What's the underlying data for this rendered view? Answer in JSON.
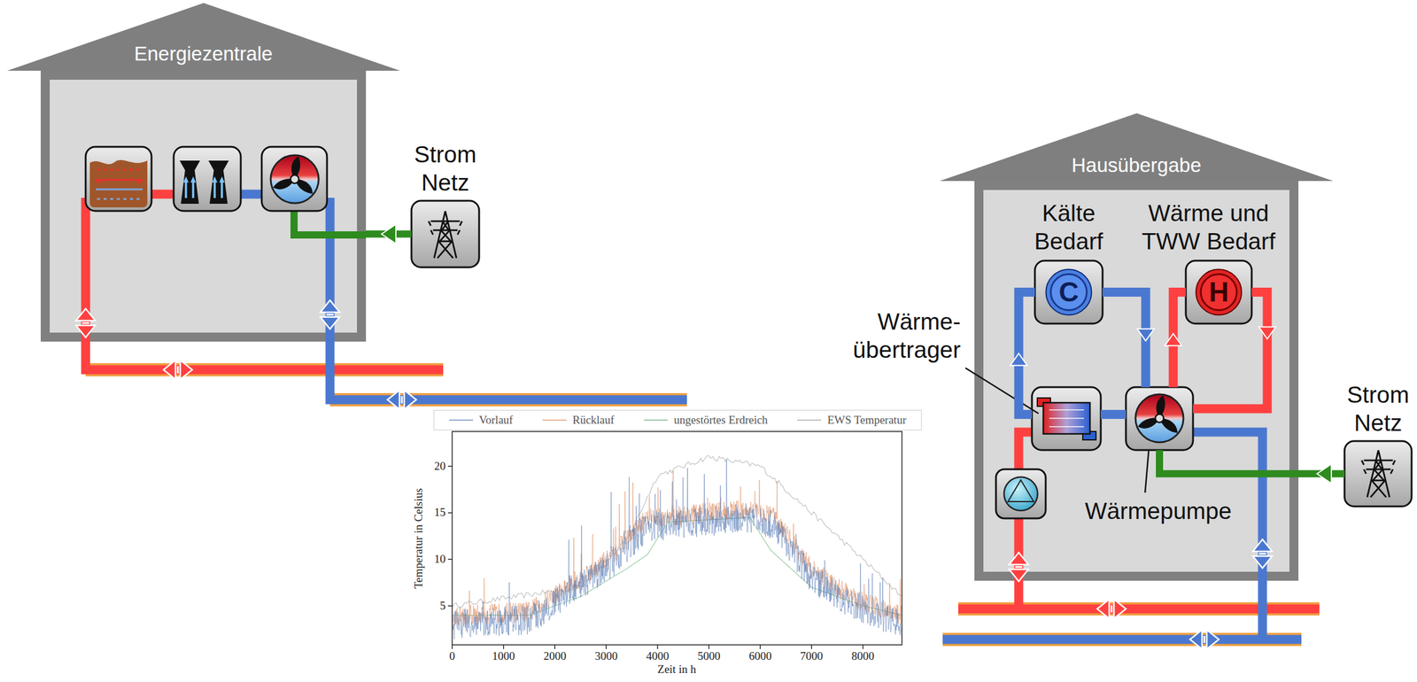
{
  "diagram": {
    "nodes": [
      {
        "text": [
          "Energiezentrale"
        ]
      },
      {
        "text": [
          "Strom Netz"
        ]
      },
      {
        "text": [
          "Hausübergabe"
        ]
      },
      {
        "text": [
          "Kälte Bedarf",
          "C"
        ],
        "in": 2
      },
      {
        "text": [
          "Wärme und TWW Bedarf",
          "H"
        ],
        "in": 2
      },
      {
        "text": [
          "Wärme- übertrager"
        ],
        "in": 2
      },
      {
        "text": [
          "Wärmepumpe"
        ],
        "in": 2
      },
      {
        "text": [
          "Strom Netz"
        ]
      }
    ],
    "edges": [
      {
        "from": 1,
        "to": 0,
        "arrow": "to"
      },
      {
        "from": 7,
        "to": 6,
        "arrow": "to"
      },
      {
        "from": 5,
        "to": 3,
        "arrow": "to"
      },
      {
        "from": 3,
        "to": 6,
        "arrow": "to"
      },
      {
        "from": 6,
        "to": 4,
        "arrow": "to"
      },
      {
        "from": 4,
        "to": 6,
        "arrow": "to"
      },
      {
        "from": 5,
        "to": 6,
        "arrow": "none"
      }
    ],
    "labels": [
      "Temperatur in Celsius",
      "Zeit in h",
      "5",
      "10",
      "15",
      "20",
      "0",
      "1000",
      "2000",
      "3000",
      "4000",
      "5000",
      "6000",
      "7000",
      "8000"
    ],
    "legend": [
      {
        "text": "Vorlauf"
      },
      {
        "text": "Rücklauf"
      },
      {
        "text": "ungestörtes Erdreich"
      },
      {
        "text": "EWS Temperatur"
      }
    ]
  }
}
